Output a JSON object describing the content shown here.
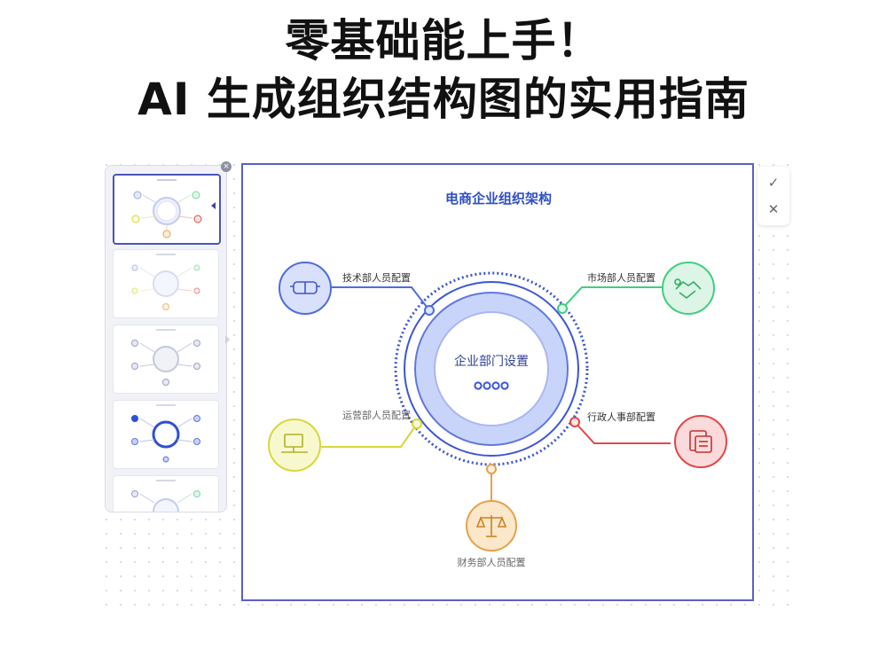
{
  "headline": {
    "line1": "零基础能上手！",
    "line2": "AI 生成组织结构图的实用指南"
  },
  "panel": {
    "close_icon": "×",
    "thumbnails": [
      {
        "active": true
      },
      {
        "active": false
      },
      {
        "active": false
      },
      {
        "active": false
      },
      {
        "active": false
      }
    ]
  },
  "toolbar": {
    "confirm_icon": "✓",
    "cancel_icon": "✕"
  },
  "diagram": {
    "title": "电商企业组织架构",
    "center_label": "企业部门设置",
    "departments": [
      {
        "label": "技术部人员配置",
        "color": "#4f6cdc",
        "icon": "vr-headset-icon"
      },
      {
        "label": "市场部人员配置",
        "color": "#3fcf7f",
        "icon": "handshake-icon"
      },
      {
        "label": "运营部人员配置",
        "color": "#d6d83a",
        "icon": "computer-workstation-icon"
      },
      {
        "label": "行政人事部配置",
        "color": "#e04848",
        "icon": "documents-icon"
      },
      {
        "label": "财务部人员配置",
        "color": "#e6a14a",
        "icon": "scales-icon"
      }
    ]
  }
}
